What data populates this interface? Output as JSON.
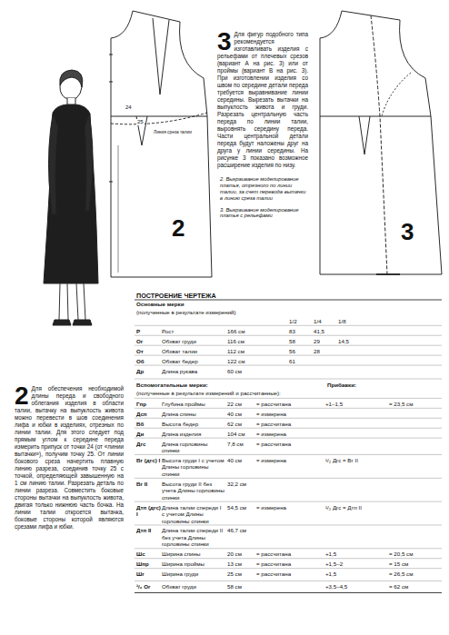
{
  "diagram": {
    "title": "ПОСТРОЕНИЕ ЧЕРТЕЖА",
    "labels": [
      "24",
      "25",
      "Линия среза талии",
      "2",
      "3",
      "3",
      "Для фигур подобного типа рекомендуется изготавливать изделия с рельефами от плечевых срезов (вариант А на рис. 3) или от проймы (вариант В на рис. 3). При изготовлении изделия со швом по середине детали переда требуется выравнивание линии середины. Вырезать вытачки на выпуклость живота и груди. Разрезать центральную часть переда по линии талии, выровнять середину переда. Части центральной детали переда будут наложены друг на друга у линии середины. На рисунке 3 показано возможное расширение изделия по низу.",
      "2. Выкраивание моделирование платья, отрезного по линии талии, за счет перевода вытачки в линию среза талии",
      "3. Выкраивание моделирование платья с рельефами",
      "2",
      "Для обеспечения необходимой длины переда и свободного облегания изделия в области талии, вытачку на выпуклость живота можно перевести в шов соединения лифа и юбки в изделиях, отрезных по линии талии. Для этого следует под прямым углом к середине переда измерить припуск от точки 24 (от «линии вытачки»), получим точку 25. От линии бокового среза начертить плавную линию разреза, соединив точку 25 с точкой, определяющей завышенную на 1 см линию талии. Разрезать деталь по линии разреза. Совместить боковые стороны вытачки на выпуклость живота, двигая только нижнюю часть бочка. На линии талии откроется вытачка, боковые стороны которой являются срезами лифа и юбки.",
      "Основные мерки",
      "(полученные в результате измерений)",
      "1/2",
      "1/4",
      "1/8",
      "Р",
      "Рост",
      "166 см",
      "83",
      "41,5",
      "Ог",
      "Обхват груди",
      "116 см",
      "58",
      "29",
      "14,5",
      "От",
      "Обхват талии",
      "112 см",
      "56",
      "28",
      "Об",
      "Обхват бедер",
      "122 см",
      "61",
      "Др",
      "Длина рукава",
      "60 см",
      "Вспомогательные мерки:",
      "Прибавки:",
      "(полученные в результате измерений и рассчитанные):",
      "Гпр",
      "Глубина проймы",
      "22 см",
      "= рассчитана",
      "+1–1,5",
      "= 23,5 см",
      "Дсп",
      "Длина спины",
      "40 см",
      "= измерена",
      "Вб",
      "Высота бедер",
      "62 см",
      "= рассчитана",
      "Ди",
      "Длина изделия",
      "104 см",
      "= измерена",
      "Дгс",
      "Длина горловины спинки",
      "7,8 см",
      "= рассчитана",
      "Вг (дгс) I",
      "Высота груди I с учетом Длины горловины спинки",
      "40 см",
      "= измерена",
      "¹/₂ Дгс = Вг II",
      "Вг II",
      "Высота груди II без учета Длины горловины спинки",
      "32,2 см",
      "Дтп (дгс) I",
      "Длина талии спереди I с учетом Длины горловины спинки",
      "54,5 см",
      "= измерена",
      "¹/₂ Дгс = Дтп II",
      "Дтп II",
      "Длина талии спереди II без учета Длины горловины спинки",
      "46,7 см",
      "Шс",
      "Ширина спины",
      "20 см",
      "= рассчитана",
      "+1,5",
      "= 20,5 см",
      "Шпр",
      "Ширина проймы",
      "13 см",
      "= рассчитана",
      "+1,5–2",
      "= 15 см",
      "Шг",
      "Ширина груди",
      "25 см",
      "= рассчитана",
      "+1,5",
      "= 26,5 см",
      "¹/₂ Ог",
      "Обхват груди",
      "58 см",
      "+3,5–4,5",
      "= 62 см"
    ]
  }
}
